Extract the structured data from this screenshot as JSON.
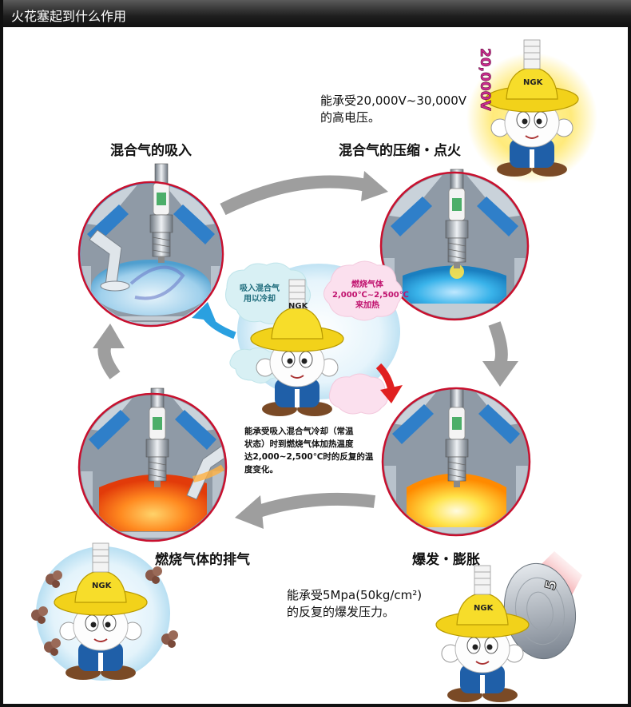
{
  "header": {
    "title": "火花塞起到什么作用"
  },
  "stages": {
    "intake": "混合气的吸入",
    "compression": "混合气的压缩・点火",
    "expansion": "爆发・膨胀",
    "exhaust": "燃烧气体的排气"
  },
  "notes": {
    "voltage_line1": "能承受20,000V~30,000V",
    "voltage_line2": "的高电压。",
    "pressure_line1": "能承受5Mpa(50kg/cm²)",
    "pressure_line2": "的反复的爆发压力。",
    "center_line1": "能承受吸入混合气冷却（常温",
    "center_line2": "状态）时到燃烧气体加热温度",
    "center_line3": "达2,000~2,500℃时的反复的温",
    "center_line4": "度变化。"
  },
  "clouds": {
    "blue_line1": "吸入混合气",
    "blue_line2": "用以冷却",
    "pink_line1": "燃烧气体",
    "pink_line2": "2,000℃~2,500℃",
    "pink_line3": "来加热"
  },
  "badges": {
    "voltage": "20,000V",
    "pressure": "5"
  },
  "brand": {
    "logo": "NGK"
  },
  "colors": {
    "header_bg": "#1e1e1e",
    "circle_border": "#c8102e",
    "cycle_arrow": "#9e9e9e",
    "intake_arrow": "#2aa0e0",
    "exhaust_arrow": "#e02020",
    "hat": "#f2d21a",
    "overalls": "#1f5fa8"
  }
}
